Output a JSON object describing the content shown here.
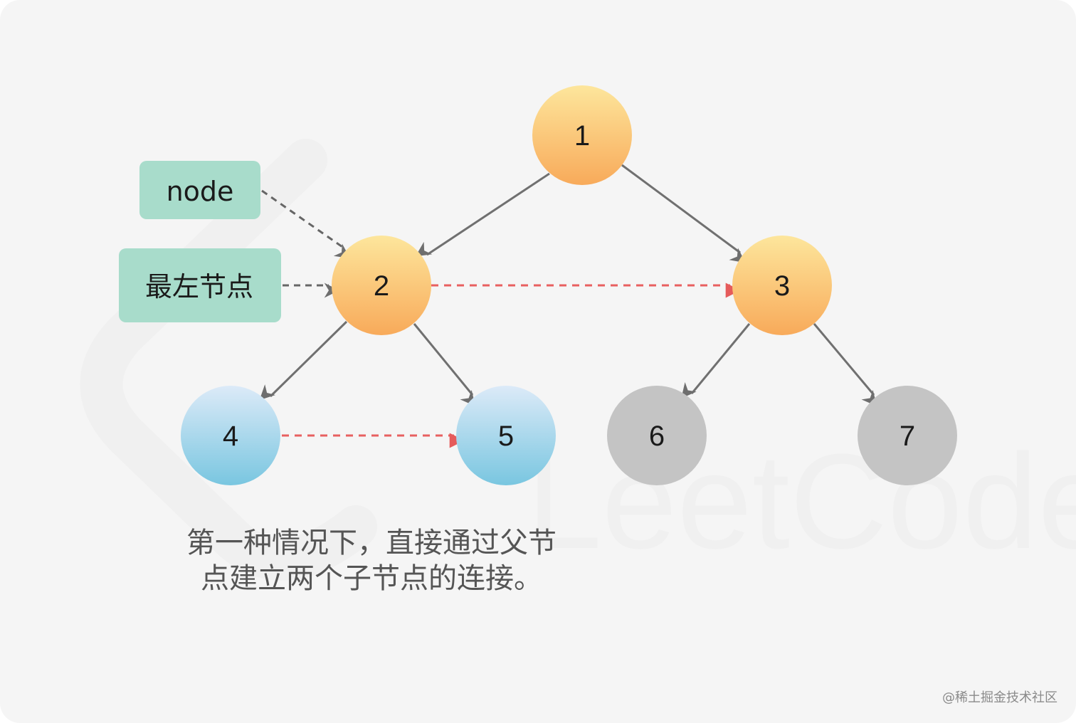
{
  "nodes": {
    "n1": {
      "label": "1"
    },
    "n2": {
      "label": "2"
    },
    "n3": {
      "label": "3"
    },
    "n4": {
      "label": "4"
    },
    "n5": {
      "label": "5"
    },
    "n6": {
      "label": "6"
    },
    "n7": {
      "label": "7"
    }
  },
  "labels": {
    "node_box": "node",
    "leftmost_box": "最左节点"
  },
  "caption": {
    "line1": "第一种情况下，直接通过父节",
    "line2": "点建立两个子节点的连接。"
  },
  "watermark": "@稀土掘金技术社区",
  "colors": {
    "orange_node_top": "#fde49a",
    "orange_node_bottom": "#f8ad5c",
    "blue_node_top": "#dbeaf8",
    "blue_node_bottom": "#7ec9e2",
    "gray_node": "#c4c4c4",
    "label_box": "#a8dccb",
    "tree_edge": "#707070",
    "next_link": "#e86060"
  }
}
